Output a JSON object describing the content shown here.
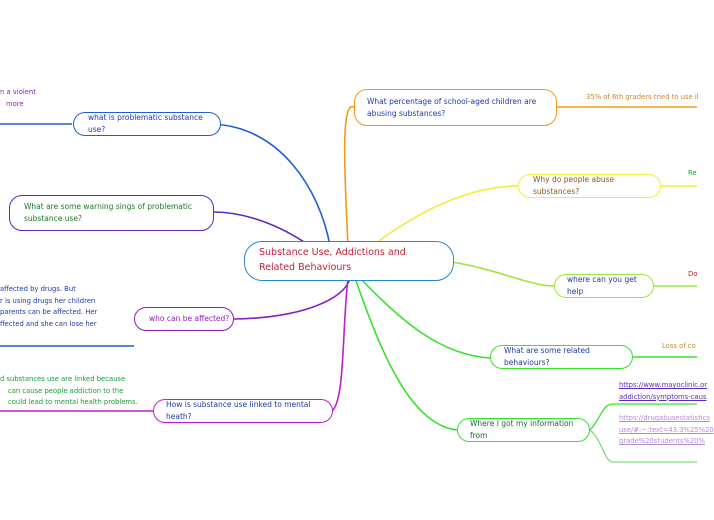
{
  "colors": {
    "center_border": "#2a86c8",
    "center_text": "#c0203a",
    "blue": "#1f5fd0",
    "purple": "#5a2bc2",
    "violet": "#8a1fc0",
    "magenta": "#c020c8",
    "orange": "#f29a1a",
    "yellow": "#f2ec3a",
    "lime": "#9ae83c",
    "green": "#3ae02e",
    "light_green": "#7ae07a"
  },
  "center": {
    "title": "Substance Use, Addictions and Related Behaviours"
  },
  "left": {
    "problematic": {
      "label": "what is problematic substance use?",
      "note": [
        "n a violent",
        "more"
      ]
    },
    "warning": {
      "label": "What are some warning sings of problematic substance use?"
    },
    "affected": {
      "label": "who can be affected?",
      "note": [
        "affected by drugs. But",
        "r is using drugs her children",
        "parents can be affected. Her",
        "ffected and she can lose her"
      ]
    },
    "mental": {
      "label": "How is substance use linked to mental heath?",
      "note": [
        "d substances use are linked because",
        "can cause people addiction to the",
        "could lead to mental health problems."
      ]
    }
  },
  "right": {
    "percentage": {
      "label": "What percentage of school-aged children are abusing substances?",
      "note": "35% of 6th graders tried to use il"
    },
    "why": {
      "label": "Why do people abuse substances?",
      "note": "Re"
    },
    "help": {
      "label": "where can you get help",
      "note": "Do"
    },
    "behaviours": {
      "label": "What are some related behaviours?",
      "note": "Loss of co"
    },
    "info": {
      "label": "Where I got my information from",
      "link1": [
        "https://www.mayoclinic.or",
        "addiction/symptoms-caus"
      ],
      "link2": [
        "https://drugabusestatistics",
        "use/#:~:text=43.3%25%20",
        "grade%20students%20%"
      ]
    }
  }
}
